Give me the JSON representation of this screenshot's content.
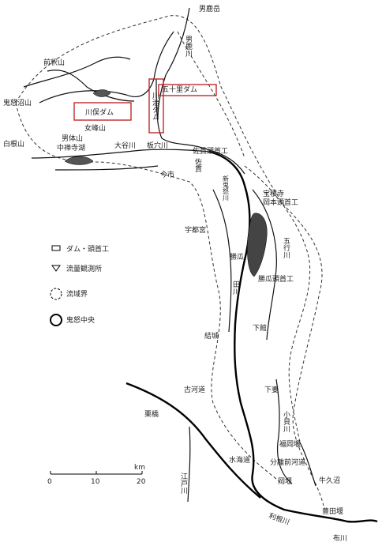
{
  "labels": {
    "otokanogo": "男鹿岳",
    "otokagawa": "男鹿川",
    "zenshakusan": "前釈山",
    "kinusanumayama": "鬼怒沼山",
    "kawamata_dam": "川俣ダム",
    "ikari_dam": "五十里ダム",
    "kawaji_dam": "川治ダム",
    "nyohosan": "女峰山",
    "nantaisan": "男体山",
    "chuzenjiko": "中禅寺湖",
    "shiranesan": "白根山",
    "daiyagawa": "大谷川",
    "itaanagawa": "板穴川",
    "sakurayama": "佐貫頭首工",
    "imaichi": "今市",
    "sanuki": "佐貫",
    "kiyoharanokawa": "宝積寺",
    "okamotoshushu": "岡本頭首工",
    "utsunomiya": "宇都宮",
    "shingawa": "新鬼怒川",
    "gogyogawa": "五行川",
    "katsura": "勝瓜",
    "katsurashushu": "勝瓜頭首工",
    "tagawa": "田川",
    "yuki": "結城",
    "shimodate": "下館",
    "kogadote": "古河道",
    "shimotsuma": "下妻",
    "kuribashi": "栗橋",
    "kokaigawa": "小貝川",
    "fukuokaseki": "福岡堰",
    "mitsukaido": "水海道",
    "bunrimae": "分離前河道",
    "okaseki": "岡堰",
    "ushikunuma": "牛久沼",
    "edogawa": "江戸川",
    "toyodaseki": "豊田堰",
    "tonegawa": "利根川",
    "fukawa": "布川"
  },
  "legend": {
    "dam": "ダム・頭首工",
    "gauge": "流量観測所",
    "basin": "流域界",
    "center": "鬼怒中央"
  },
  "scale": {
    "unit": "km",
    "t0": "0",
    "t1": "10",
    "t2": "20"
  },
  "highlight_color": "#c0282f"
}
